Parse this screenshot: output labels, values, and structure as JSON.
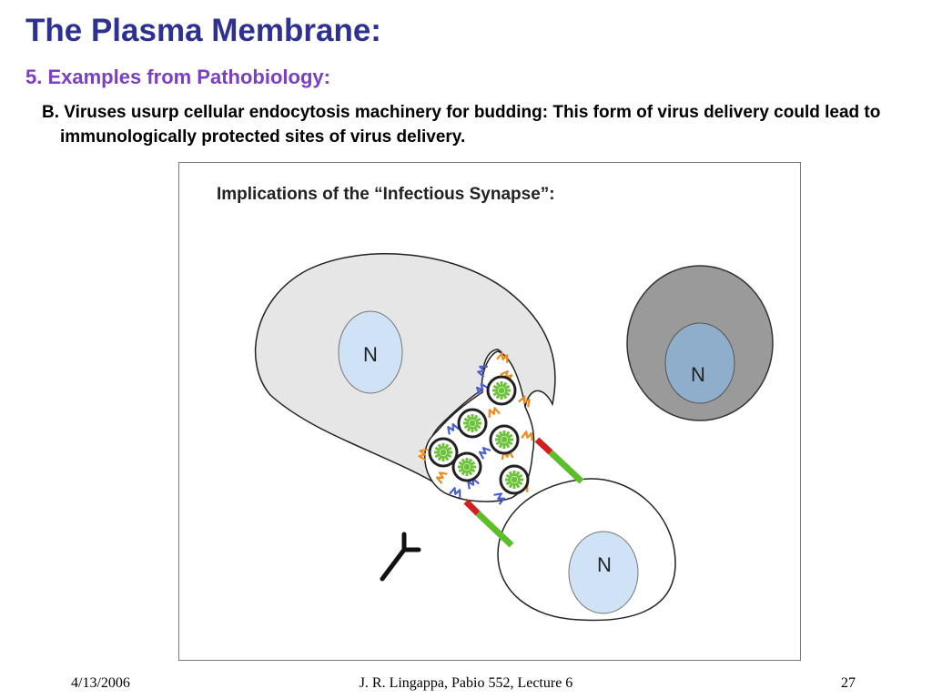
{
  "slide": {
    "title": "The Plasma Membrane:",
    "subtitle": "5.  Examples from Pathobiology:",
    "bullet": "B.  Viruses usurp cellular endocytosis machinery for budding:  This form of virus delivery could lead to immunologically protected sites of virus delivery."
  },
  "figure": {
    "title": "Implications of the “Infectious Synapse”:",
    "nucleus_label": "N",
    "colors": {
      "infected_cell": "#e6e6e6",
      "target_cell": "#ffffff",
      "dark_cell": "#9a9a9a",
      "nucleus": "#cfe2f6",
      "dark_nucleus": "#8eaecc",
      "virus_core": "#6cc23a",
      "receptor_red": "#d02020",
      "receptor_green": "#5cbf2a",
      "glycoprotein_orange": "#f08a1c",
      "glycoprotein_blue": "#4b5fd1"
    }
  },
  "footer": {
    "date": "4/13/2006",
    "credit": "J. R. Lingappa, Pabio 552, Lecture 6",
    "page": "27"
  }
}
